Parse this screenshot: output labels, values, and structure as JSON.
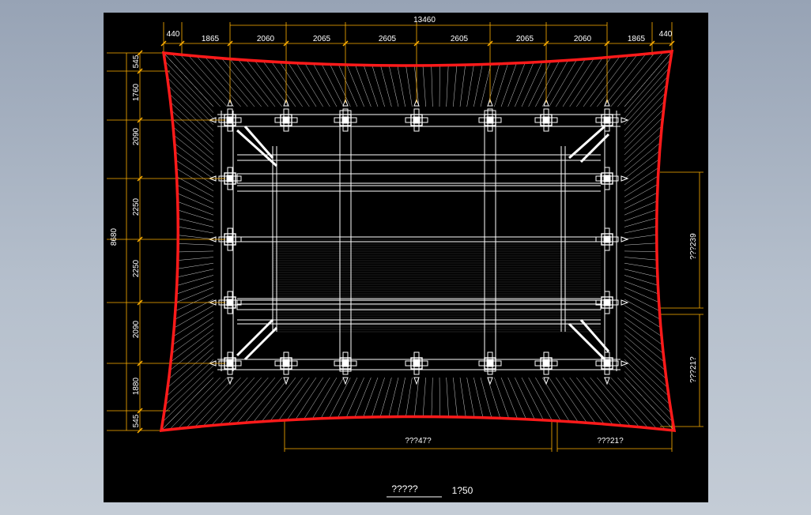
{
  "drawing": {
    "top_overall": "13460",
    "top_segments": [
      "440",
      "1865",
      "2060",
      "2065",
      "2605",
      "2605",
      "2065",
      "2060",
      "1865",
      "440"
    ],
    "left_overall": "8680",
    "left_segments": [
      "545",
      "1760",
      "2090",
      "2250",
      "2250",
      "2090",
      "1880",
      "545"
    ],
    "right_upper": "???239",
    "right_lower": "???21?",
    "bottom_center": "???47?",
    "bottom_right": "???21?",
    "title": "?????",
    "scale": "1?50"
  },
  "colors": {
    "background": "#000000",
    "eave_outline": "#ff1a1a",
    "dimension_lines": "#ffb000",
    "structure": "#ffffff"
  }
}
